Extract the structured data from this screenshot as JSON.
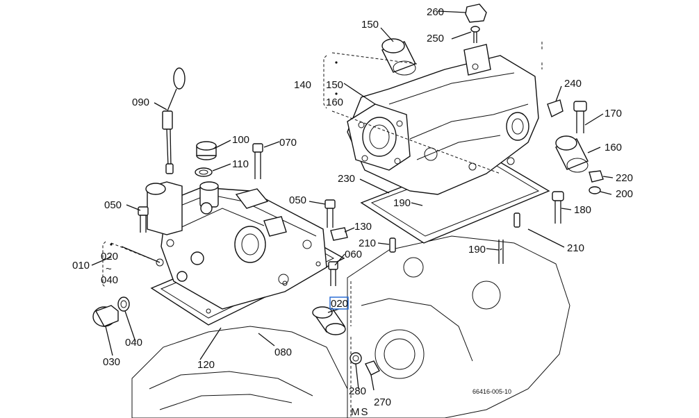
{
  "diagram": {
    "labels": {
      "p010": "010",
      "p020a": "020",
      "p040a": "040",
      "p020b": "020",
      "p030": "030",
      "p040b": "040",
      "p050a": "050",
      "p050b": "050",
      "p060": "060",
      "p070": "070",
      "p080": "080",
      "p090": "090",
      "p100": "100",
      "p110": "110",
      "p120": "120",
      "p130": "130",
      "p140": "140",
      "p150a": "150",
      "p160a": "160",
      "p150b": "150",
      "p160b": "160",
      "p170": "170",
      "p180": "180",
      "p190a": "190",
      "p190b": "190",
      "p200": "200",
      "p210a": "210",
      "p210b": "210",
      "p220": "220",
      "p230": "230",
      "p240": "240",
      "p250": "250",
      "p260": "260",
      "p270": "270",
      "p280": "280"
    },
    "tilde": "~",
    "ms_label": "MS",
    "drawing_number": "66416-005-10",
    "highlight_color": "#2b6fd6"
  }
}
